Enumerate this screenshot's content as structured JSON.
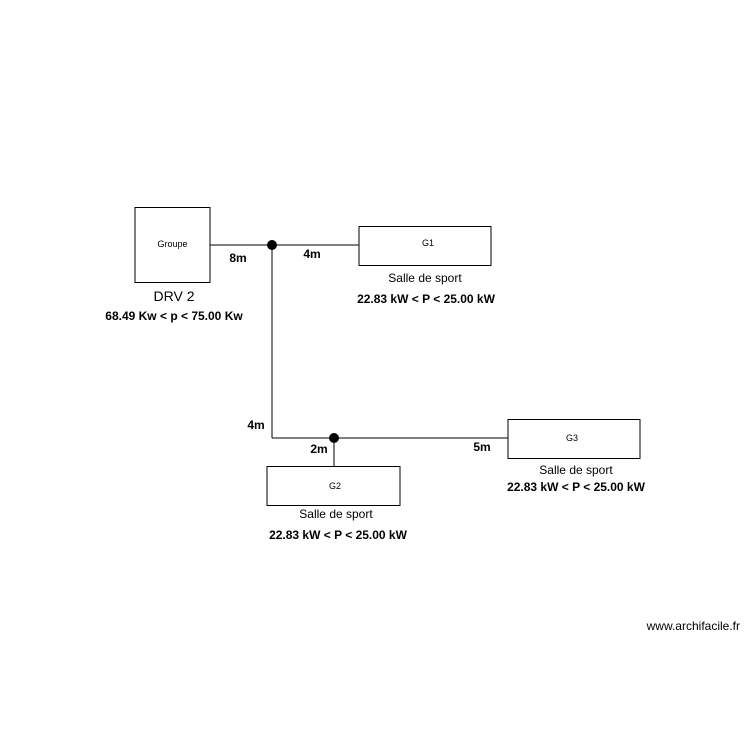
{
  "groupe": {
    "label": "Groupe",
    "name": "DRV 2",
    "power": "68.49 Kw < p < 75.00 Kw"
  },
  "g1": {
    "label": "G1",
    "room": "Salle de sport",
    "power": "22.83 kW < P < 25.00 kW"
  },
  "g2": {
    "label": "G2",
    "room": "Salle de sport",
    "power": "22.83 kW < P < 25.00 kW"
  },
  "g3": {
    "label": "G3",
    "room": "Salle de sport",
    "power": "22.83 kW < P < 25.00 kW"
  },
  "distances": {
    "groupe_to_node1": "8m",
    "node1_to_g1": "4m",
    "node1_to_node2": "4m",
    "node2_to_g2": "2m",
    "node2_to_g3": "5m"
  },
  "watermark": "www.archifacile.fr"
}
